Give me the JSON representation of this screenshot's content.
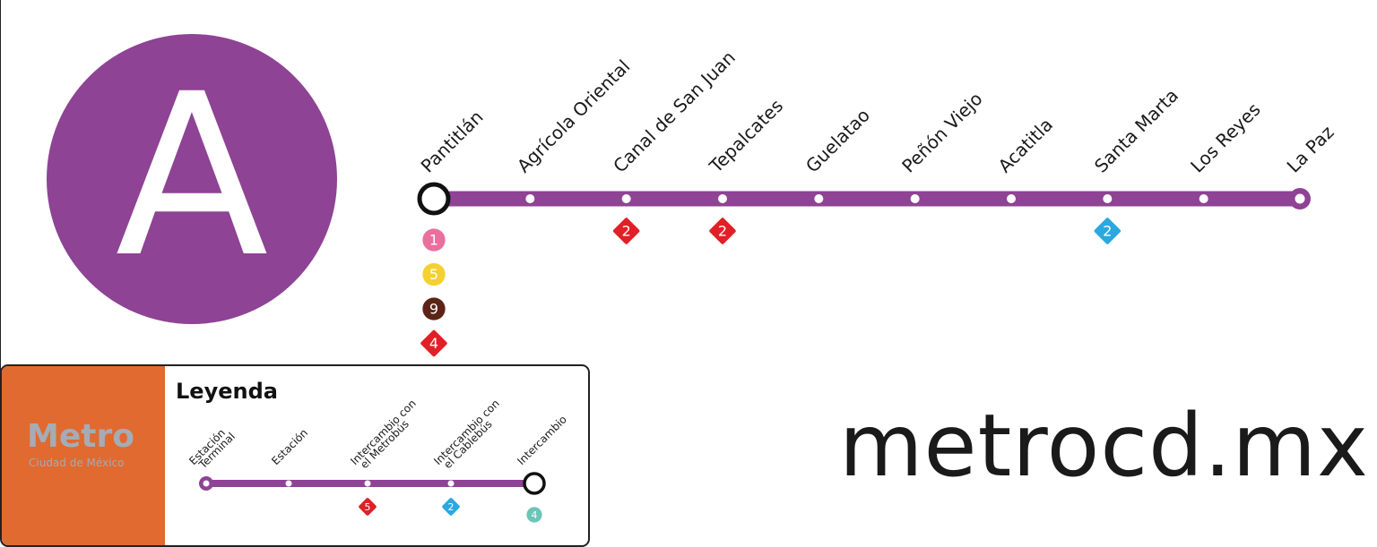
{
  "line": {
    "label": "A",
    "color": "#8e4394"
  },
  "stations": [
    {
      "name": "Pantitlán",
      "kind": "interchange",
      "connections": [
        {
          "label": "1",
          "shape": "circle",
          "color": "#ea6f9d",
          "text_color": "#ffffff"
        },
        {
          "label": "5",
          "shape": "circle",
          "color": "#f4d130",
          "text_color": "#ffffff"
        },
        {
          "label": "9",
          "shape": "circle",
          "color": "#5b2416",
          "text_color": "#ffffff"
        },
        {
          "label": "4",
          "shape": "diamond",
          "color": "#e02026",
          "text_color": "#ffffff"
        }
      ]
    },
    {
      "name": "Agrícola Oriental",
      "kind": "station",
      "connections": []
    },
    {
      "name": "Canal de San Juan",
      "kind": "station",
      "connections": [
        {
          "label": "2",
          "shape": "diamond",
          "color": "#e02026",
          "text_color": "#ffffff"
        }
      ]
    },
    {
      "name": "Tepalcates",
      "kind": "station",
      "connections": [
        {
          "label": "2",
          "shape": "diamond",
          "color": "#e02026",
          "text_color": "#ffffff"
        }
      ]
    },
    {
      "name": "Guelatao",
      "kind": "station",
      "connections": []
    },
    {
      "name": "Peñón Viejo",
      "kind": "station",
      "connections": []
    },
    {
      "name": "Acatitla",
      "kind": "station",
      "connections": []
    },
    {
      "name": "Santa Marta",
      "kind": "station",
      "connections": [
        {
          "label": "2",
          "shape": "diamond",
          "color": "#2aa8e0",
          "text_color": "#ffffff"
        }
      ]
    },
    {
      "name": "Los Reyes",
      "kind": "station",
      "connections": []
    },
    {
      "name": "La Paz",
      "kind": "terminal",
      "connections": []
    }
  ],
  "legend": {
    "title": "Leyenda",
    "brand_word": "Metro",
    "brand_sub": "Ciudad de México",
    "brand_bg": "#e06a30",
    "brand_text_color": "#9fb4c4",
    "items": [
      {
        "label_lines": [
          "Estación",
          "Terminal"
        ],
        "kind": "terminal",
        "marker": null
      },
      {
        "label_lines": [
          "Estación"
        ],
        "kind": "station",
        "marker": null
      },
      {
        "label_lines": [
          "Intercambio con",
          "el Metrobús"
        ],
        "kind": "station",
        "marker": {
          "label": "5",
          "shape": "diamond",
          "color": "#e02026"
        }
      },
      {
        "label_lines": [
          "Intercambio con",
          "el Cablebús"
        ],
        "kind": "station",
        "marker": {
          "label": "2",
          "shape": "diamond",
          "color": "#2aa8e0"
        }
      },
      {
        "label_lines": [
          "Intercambio"
        ],
        "kind": "interchange",
        "marker": {
          "label": "4",
          "shape": "circle",
          "color": "#6cc5b8"
        }
      }
    ]
  },
  "website": "metrocd.mx"
}
